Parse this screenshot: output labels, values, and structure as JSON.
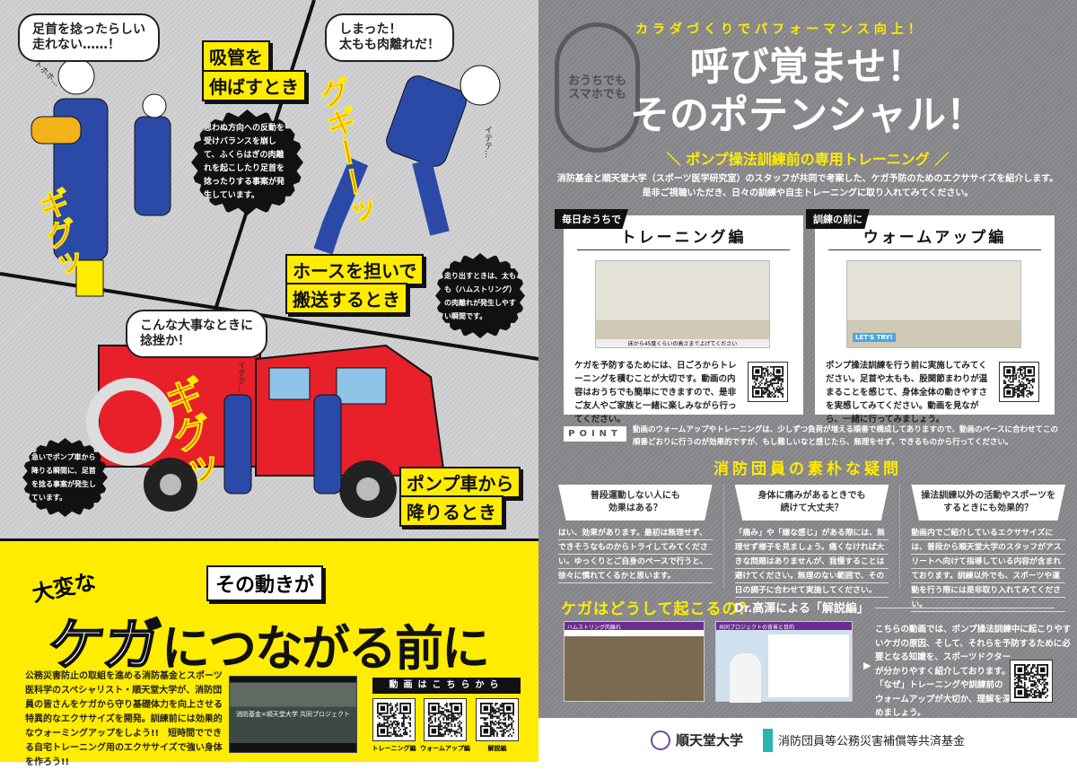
{
  "left": {
    "bubble1": [
      "足首を捻ったらしい",
      "走れない……！"
    ],
    "label1": [
      "吸管を",
      "伸ばすとき"
    ],
    "burst1": "思わぬ方向への反動を受けバランスを崩して、ふくらはぎの肉離れを起こしたり足首を捻ったりする事案が発生しています。",
    "sfx1": "ギグッ",
    "aside1": "トホホ…",
    "bubble2": [
      "しまった！",
      "太もも肉離れだ！"
    ],
    "label2": [
      "ホースを担いで",
      "搬送するとき"
    ],
    "burst2": "走り出すときは、太もも（ハムストリング）の肉離れが発生しやすい瞬間です。",
    "sfx2": "グギーーッ",
    "aside2": "イテテ…",
    "bubble3": [
      "こんな大事なときに",
      "捻挫か！"
    ],
    "label3": [
      "ポンプ車から",
      "降りるとき"
    ],
    "burst3": "急いでポンプ車から降りる瞬間に、足首を捻る事案が発生しています。",
    "sfx3": "ギグッ",
    "aside3": "イテテ…"
  },
  "yellow": {
    "taihen": "大変な",
    "box": "その動きが",
    "kega": "ケガ",
    "rest": "につながる前に",
    "body": "公務災害防止の取組を進める消防基金とスポーツ医科学のスペシャリスト・順天堂大学が、消防団員の皆さんをケガから守り基礎体力を向上させる特異的なエクササイズを開発。訓練前には効果的なウォーミングアップをしよう!!　短時間でできる自宅トレーニング用のエクササイズで強い身体を作ろう!!",
    "video_caption": "消防基金×順天堂大学 共同プロジェクト",
    "videos_header": "動画はこちらから",
    "qr_labels": [
      "トレーニング編",
      "ウォームアップ編",
      "解説編"
    ]
  },
  "right": {
    "house_text": [
      "おうちでも",
      "スマホでも"
    ],
    "kicker": "カラダづくりでパフォーマンス向上！",
    "title": [
      "呼び覚ませ！",
      "そのポテンシャル！"
    ],
    "subtitle": "＼ ポンプ操法訓練前の専用トレーニング ／",
    "intro": [
      "消防基金と順天堂大学（スポーツ医学研究室）のスタッフが共同で考案した、ケガ予防のためのエクササイズを紹介します。",
      "是非ご視聴いただき、日々の訓練や自主トレーニングに取り入れてみてください。"
    ],
    "cards": [
      {
        "tag": "毎日おうちで",
        "title": "トレーニング編",
        "photo_caption": "床から45度くらいの高さまで上げてください",
        "text": "ケガを予防するためには、日ごろからトレーニングを積むことが大切です。動画の内容はおうちでも簡単にできますので、是非ご友人やご家族と一緒に楽しみながら行ってください。"
      },
      {
        "tag": "訓練の前に",
        "title": "ウォームアップ編",
        "photo_badge": "LET'S TRY!",
        "text": "ポンプ操法訓練を行う前に実施してみてください。足首や太もも、股関節まわりが温まることを感じて、身体全体の動きやすさを実感してみてください。動画を見ながら、一緒に行ってみましょう。"
      }
    ],
    "point_label": "POINT",
    "point_text": "動画のウォームアップやトレーニングは、少しずつ負荷が増える順番で構成してありますので、動画のペースに合わせてこの順番どおりに行うのが効果的ですが、もし難しいなと感じたら、無理をせず、できるものから行ってください。",
    "faq_title": "消防団員の素朴な疑問",
    "faq": [
      {
        "q": [
          "普段運動しない人にも",
          "効果はある？"
        ],
        "a": "はい、効果があります。最初は無理せず、できそうなものからトライしてみてください。ゆっくりとご自身のペースで行うと、徐々に慣れてくるかと思います。"
      },
      {
        "q": [
          "身体に痛みがあるときでも",
          "続けて大丈夫？"
        ],
        "a": "「痛み」や「嫌な感じ」がある際には、無理せず様子を見ましょう。痛くなければ大きな問題はありませんが、我慢することは避けてください。無理のない範囲で、その日の調子に合わせて実施してください。"
      },
      {
        "q": [
          "操法訓練以外の活動やスポーツを",
          "するときにも効果的？"
        ],
        "a": "動画内でご紹介しているエクササイズには、普段から順天堂大学のスタッフがアスリートへ向けて指導している内容が含まれております。訓練以外でも、スポーツや運動を行う際には是非取り入れてみてください。"
      }
    ],
    "explain_title": "ケガはどうして起こるの？",
    "explain_sub": "Dr.高澤による「解説編」",
    "explain_slides": [
      "ハムストリング肉離れ",
      "共同プロジェクトの背景と目的"
    ],
    "explain_text": [
      "こちらの動画では、ポンプ操法訓練中に起こりやす",
      "いケガの原因、そして、それらを予防するために必",
      "要となる知識を、スポーツドクター",
      "が分かりやすく紹介しております。",
      "「なぜ」トレーニングや訓練前の",
      "ウォームアップが大切か、理解を深",
      "めましょう。"
    ]
  },
  "footer": {
    "univ": "順天堂大学",
    "fund": "消防団員等公務災害補償等共済基金"
  },
  "colors": {
    "yellow": "#ffec00",
    "red": "#e8202a",
    "uniform": "#2b4aa8",
    "gray": "#8a8a8e"
  }
}
